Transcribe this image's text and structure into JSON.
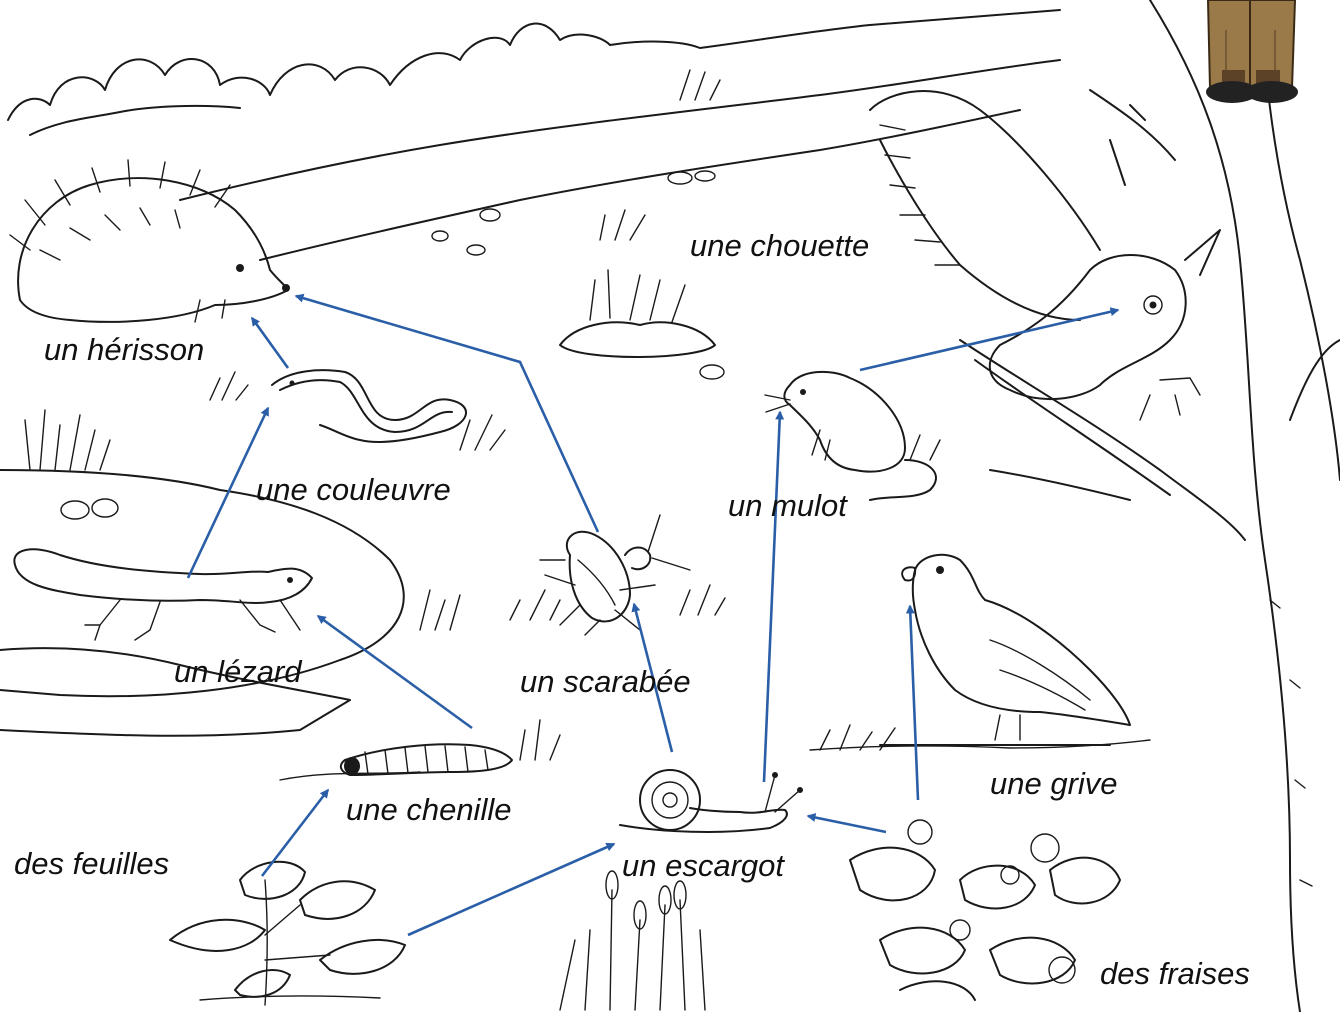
{
  "labels": {
    "herisson": "un hérisson",
    "chouette": "une chouette",
    "couleuvre": "une couleuvre",
    "mulot": "un mulot",
    "lezard": "un lézard",
    "scarabee": "un scarabée",
    "grive": "une grive",
    "chenille": "une chenille",
    "feuilles": "des feuilles",
    "escargot": "un escargot",
    "fraises": "des fraises"
  },
  "colors": {
    "arrow": "#2a5fa8",
    "ink": "#1a1a1a",
    "character_coat": "#9b7a4a",
    "character_shoes": "#222222"
  },
  "food_chain_links": [
    [
      "des feuilles",
      "une chenille"
    ],
    [
      "des feuilles",
      "un escargot"
    ],
    [
      "une chenille",
      "un lézard"
    ],
    [
      "un lézard",
      "une couleuvre"
    ],
    [
      "une couleuvre",
      "un hérisson"
    ],
    [
      "un scarabée",
      "un hérisson"
    ],
    [
      "un escargot",
      "un scarabée"
    ],
    [
      "un escargot",
      "un mulot"
    ],
    [
      "un mulot",
      "une chouette"
    ],
    [
      "des fraises",
      "un escargot"
    ],
    [
      "des fraises",
      "une grive"
    ]
  ]
}
